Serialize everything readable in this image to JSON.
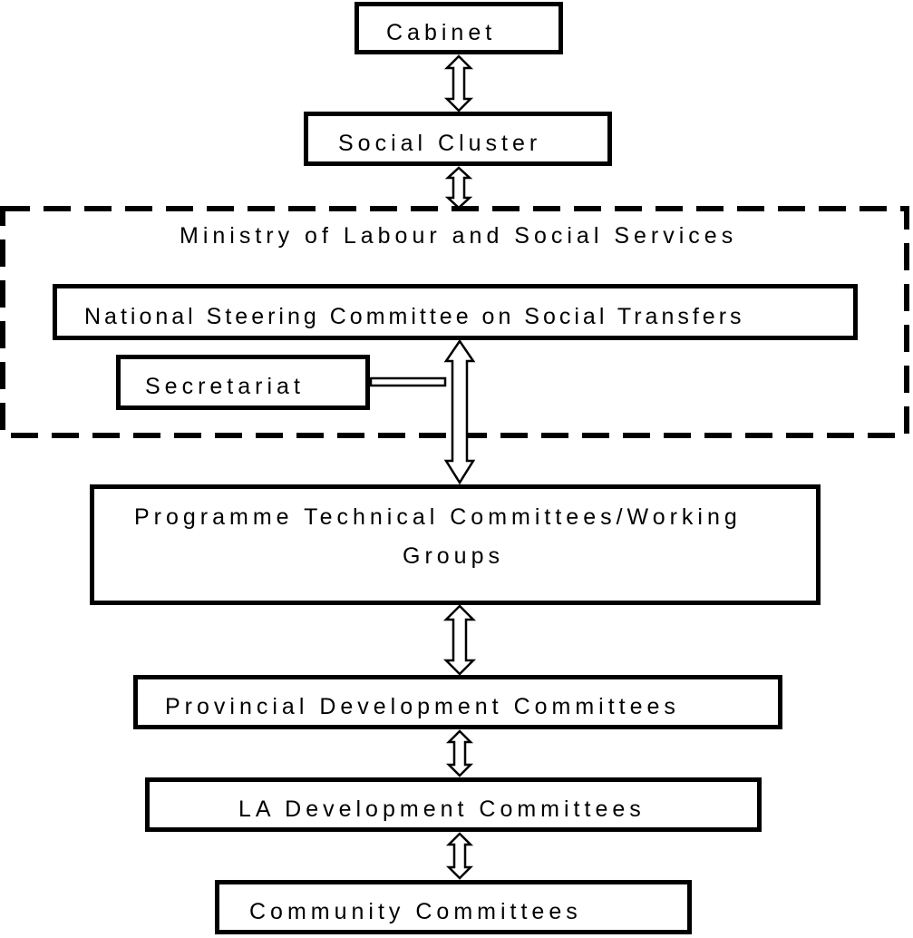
{
  "nodes": {
    "cabinet": "Cabinet",
    "social_cluster": "Social Cluster",
    "ministry": "Ministry of Labour and Social Services",
    "national_steering": "National Steering Committee on Social Transfers",
    "secretariat": "Secretariat",
    "programme_line1": "Programme Technical Committees/Working",
    "programme_line2": "Groups",
    "provincial": "Provincial Development Committees",
    "la_development": "LA Development Committees",
    "community": "Community Committees"
  }
}
